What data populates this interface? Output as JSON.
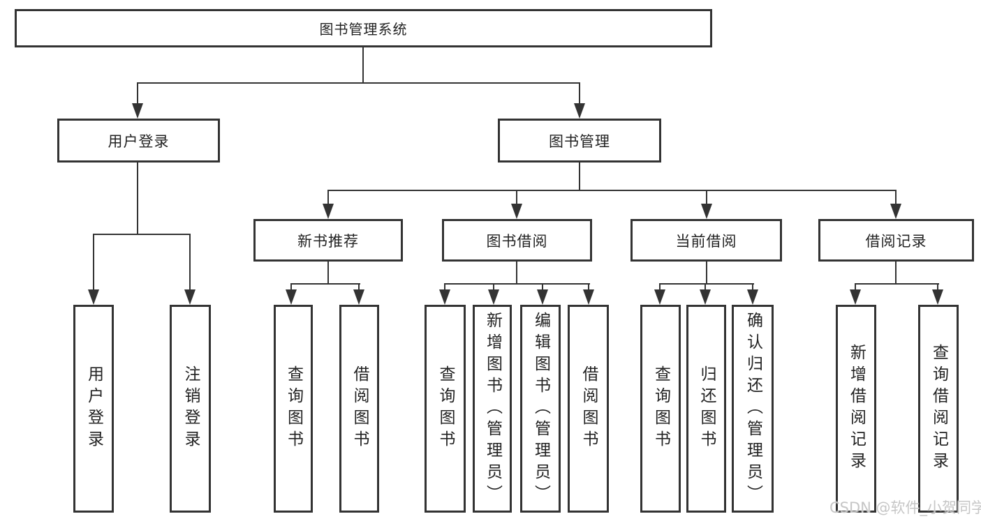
{
  "diagram": {
    "root": {
      "label": "图书管理系统"
    },
    "level2": [
      {
        "label": "用户登录"
      },
      {
        "label": "图书管理"
      }
    ],
    "level3": [
      {
        "label": "新书推荐",
        "parent": "图书管理"
      },
      {
        "label": "图书借阅",
        "parent": "图书管理"
      },
      {
        "label": "当前借阅",
        "parent": "图书管理"
      },
      {
        "label": "借阅记录",
        "parent": "图书管理"
      }
    ],
    "leaves": [
      {
        "label": "用户登录",
        "parent": "用户登录"
      },
      {
        "label": "注销登录",
        "parent": "用户登录"
      },
      {
        "label": "查询图书",
        "parent": "新书推荐"
      },
      {
        "label": "借阅图书",
        "parent": "新书推荐"
      },
      {
        "label": "查询图书",
        "parent": "图书借阅"
      },
      {
        "label": "新增图书（管理员）",
        "parent": "图书借阅"
      },
      {
        "label": "编辑图书（管理员）",
        "parent": "图书借阅"
      },
      {
        "label": "借阅图书",
        "parent": "图书借阅"
      },
      {
        "label": "查询图书",
        "parent": "当前借阅"
      },
      {
        "label": "归还图书",
        "parent": "当前借阅"
      },
      {
        "label": "确认归还（管理员）",
        "parent": "当前借阅"
      },
      {
        "label": "新增借阅记录",
        "parent": "借阅记录"
      },
      {
        "label": "查询借阅记录",
        "parent": "借阅记录"
      }
    ],
    "colors": {
      "line": "#333333",
      "text": "#222222",
      "background": "#ffffff"
    }
  },
  "watermark": {
    "text": "CSDN @软件_小贺同学",
    "color": "#c6c6c6"
  }
}
